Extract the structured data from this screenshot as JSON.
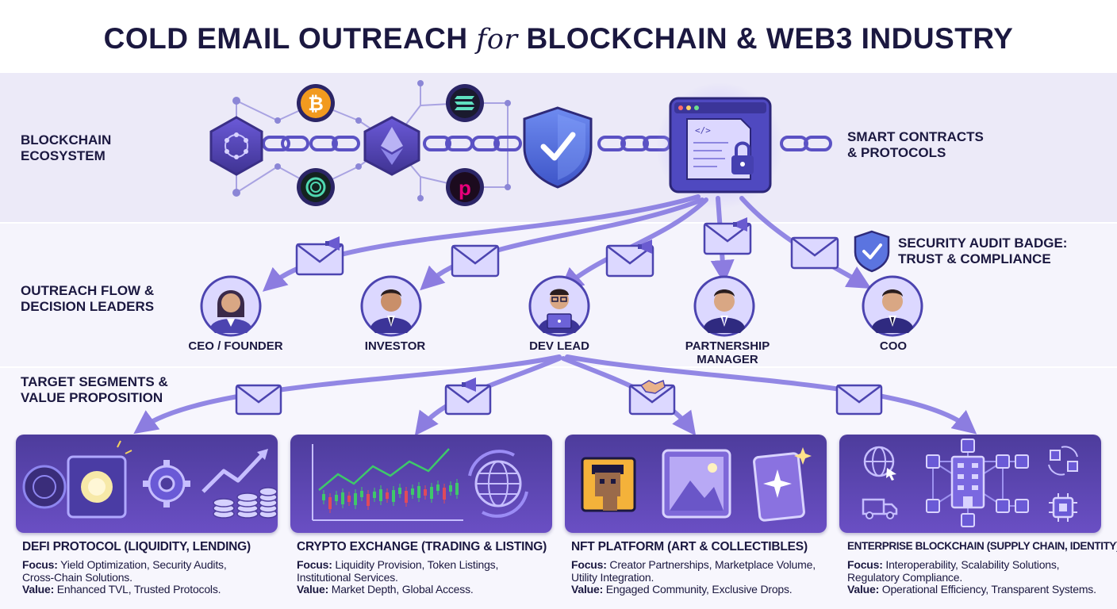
{
  "title": {
    "part1": "COLD EMAIL OUTREACH ",
    "for": "for",
    "part2": " BLOCKCHAIN & WEB3 INDUSTRY"
  },
  "sections": {
    "ecosystem": [
      "BLOCKCHAIN",
      "ECOSYSTEM"
    ],
    "smart_contracts": [
      "SMART CONTRACTS",
      "& PROTOCOLS"
    ],
    "outreach": [
      "OUTREACH FLOW &",
      "DECISION LEADERS"
    ],
    "audit_badge": [
      "SECURITY AUDIT BADGE:",
      "TRUST & COMPLIANCE"
    ],
    "segments": [
      "TARGET SEGMENTS &",
      "VALUE PROPOSITION"
    ]
  },
  "leaders": [
    {
      "line1": "CEO / FOUNDER",
      "line2": ""
    },
    {
      "line1": "INVESTOR",
      "line2": ""
    },
    {
      "line1": "DEV LEAD",
      "line2": ""
    },
    {
      "line1": "PARTNERSHIP",
      "line2": "MANAGER"
    },
    {
      "line1": "COO",
      "line2": ""
    }
  ],
  "segments": [
    {
      "title": "DEFI PROTOCOL (LIQUIDITY, LENDING)",
      "focus_label": "Focus:",
      "focus": "Yield Optimization, Security Audits,",
      "focus2": "Cross-Chain Solutions.",
      "value_label": "Value:",
      "value": "Enhanced TVL, Trusted Protocols."
    },
    {
      "title": "CRYPTO EXCHANGE (TRADING & LISTING)",
      "focus_label": "Focus:",
      "focus": "Liquidity Provision, Token Listings,",
      "focus2": "Institutional Services.",
      "value_label": "Value:",
      "value": "Market Depth, Global Access."
    },
    {
      "title": "NFT PLATFORM (ART & COLLECTIBLES)",
      "focus_label": "Focus:",
      "focus": "Creator Partnerships, Marketplace Volume,",
      "focus2": "Utility Integration.",
      "value_label": "Value:",
      "value": "Engaged Community, Exclusive Drops."
    },
    {
      "title": "ENTERPRISE BLOCKCHAIN (SUPPLY CHAIN, IDENTITY)",
      "focus_label": "Focus:",
      "focus": "Interoperability, Scalability Solutions,",
      "focus2": "Regulatory Compliance.",
      "value_label": "Value:",
      "value": "Operational Efficiency, Transparent Systems."
    }
  ],
  "icons": {
    "coins": [
      "bitcoin-icon",
      "solana-icon",
      "celo-icon",
      "polkadot-icon"
    ],
    "hub": "ethereum-icon",
    "shield": "shield-check-icon",
    "contract": "smart-contract-lock-icon"
  },
  "colors": {
    "navy": "#1b1840",
    "accent": "#6b5bd6",
    "panel": "#5a45b0",
    "bitcoin": "#f29a1f",
    "polkadot": "#e6007a",
    "chart_up": "#3ec86a",
    "chart_down": "#e04a5a"
  }
}
